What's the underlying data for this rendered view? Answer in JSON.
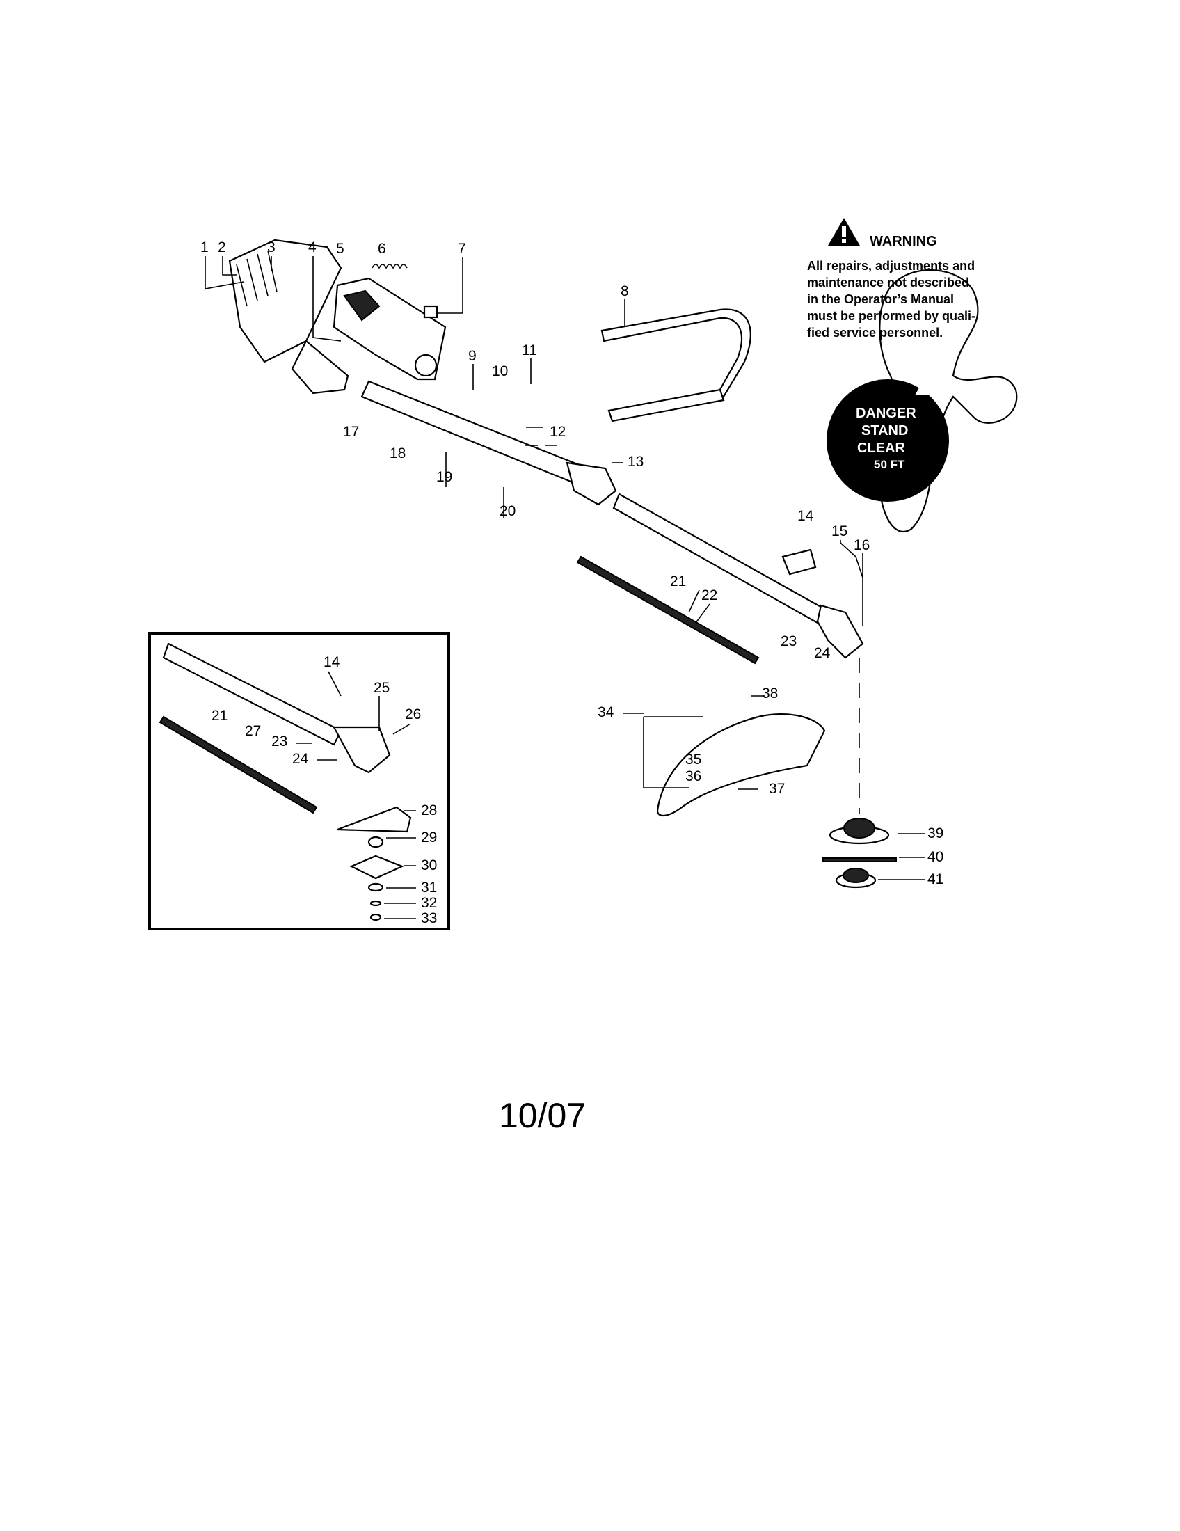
{
  "warning": {
    "title": "WARNING",
    "lines": [
      "All repairs, adjustments and",
      "maintenance not described",
      "in the Operator’s Manual",
      "must be performed by quali-",
      "fied service personnel."
    ]
  },
  "danger_decal": {
    "lines": [
      "DANGER",
      "STAND",
      "CLEAR",
      "50 FT"
    ]
  },
  "footer": {
    "date": "10/07"
  },
  "part_numbers": [
    "1",
    "2",
    "3",
    "4",
    "5",
    "6",
    "7",
    "8",
    "9",
    "10",
    "11",
    "12",
    "13",
    "14",
    "15",
    "16",
    "17",
    "18",
    "19",
    "20",
    "21",
    "22",
    "23",
    "24",
    "25",
    "26",
    "27",
    "28",
    "29",
    "30",
    "31",
    "32",
    "33",
    "34",
    "35",
    "36",
    "37",
    "38",
    "39",
    "40",
    "41"
  ],
  "inset_part_numbers": [
    "14",
    "25",
    "26",
    "21",
    "27",
    "23",
    "24",
    "28",
    "29",
    "30",
    "31",
    "32",
    "33"
  ],
  "icons": {
    "warning": "warning-triangle-icon"
  }
}
